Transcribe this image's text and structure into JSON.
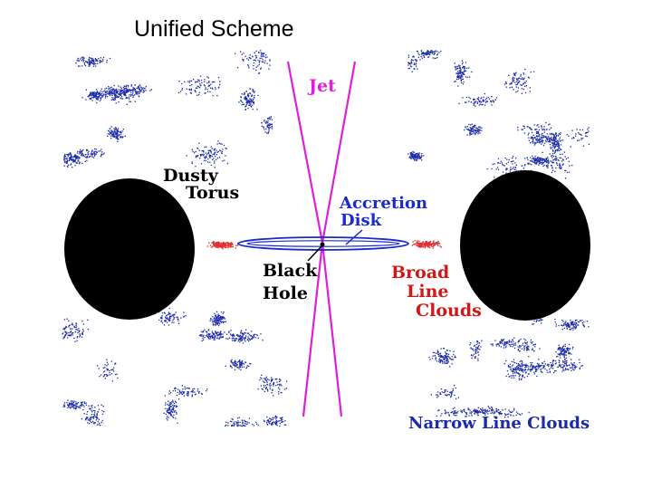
{
  "title": "Unified Scheme",
  "labels": {
    "jet": "Jet",
    "dusty_torus_1": "Dusty",
    "dusty_torus_2": "Torus",
    "accretion_disk_1": "Accretion",
    "accretion_disk_2": "Disk",
    "black_hole_1": "Black",
    "black_hole_2": "Hole",
    "broad_line_clouds_1": "Broad",
    "broad_line_clouds_2": "Line",
    "broad_line_clouds_3": "Clouds",
    "narrow_line_clouds": "Narrow Line Clouds"
  },
  "colors": {
    "jet": "#e020d8",
    "disk": "#1a2acc",
    "label_blue": "#1a2acc",
    "label_red": "#d01818",
    "broad_line_clouds": "#e03030",
    "narrow_line_clouds": "#1a2aa8",
    "torus": "#000000",
    "black_hole_text": "#000000"
  }
}
